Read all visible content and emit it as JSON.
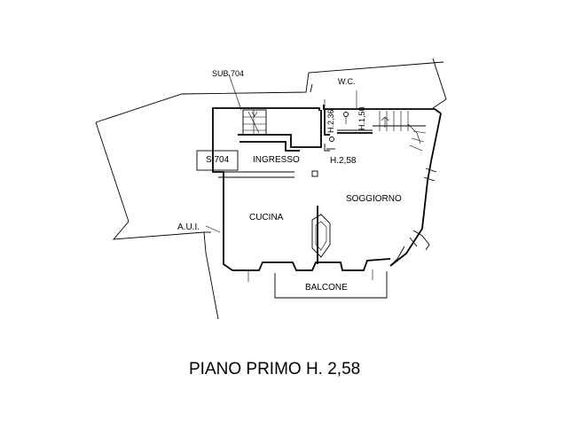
{
  "labels": {
    "sub": "SUB.704",
    "wc": "W.C.",
    "h236": "H.2,36",
    "h150": "H.1,50",
    "s704": "S.704",
    "ingresso": "INGRESSO",
    "h258": "H.2,58",
    "soggiorno": "SOGGIORNO",
    "cucina": "CUCINA",
    "aui": "A.U.I.",
    "balcone": "BALCONE"
  },
  "title": "PIANO PRIMO H. 2,58"
}
